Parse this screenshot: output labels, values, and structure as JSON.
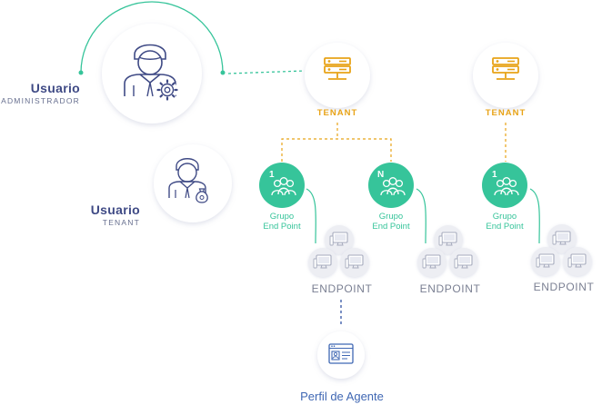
{
  "users": {
    "admin": {
      "title": "Usuario",
      "subtitle": "ADMINISTRADOR"
    },
    "tenant": {
      "title": "Usuario",
      "subtitle": "TENANT"
    }
  },
  "tenants": [
    {
      "label": "TENANT"
    },
    {
      "label": "TENANT"
    }
  ],
  "groups": [
    {
      "badge": "1",
      "label_line1": "Grupo",
      "label_line2": "End Point"
    },
    {
      "badge": "N",
      "label_line1": "Grupo",
      "label_line2": "End Point"
    },
    {
      "badge": "1",
      "label_line1": "Grupo",
      "label_line2": "End Point"
    }
  ],
  "endpoints": [
    {
      "label": "ENDPOINT"
    },
    {
      "label": "ENDPOINT"
    },
    {
      "label": "ENDPOINT"
    }
  ],
  "profile": {
    "label": "Perfil de Agente"
  },
  "colors": {
    "navy": "#3f4a85",
    "teal": "#36c49a",
    "gold": "#e8a317",
    "grey_text": "#7b8093",
    "blue": "#3f67b3"
  }
}
